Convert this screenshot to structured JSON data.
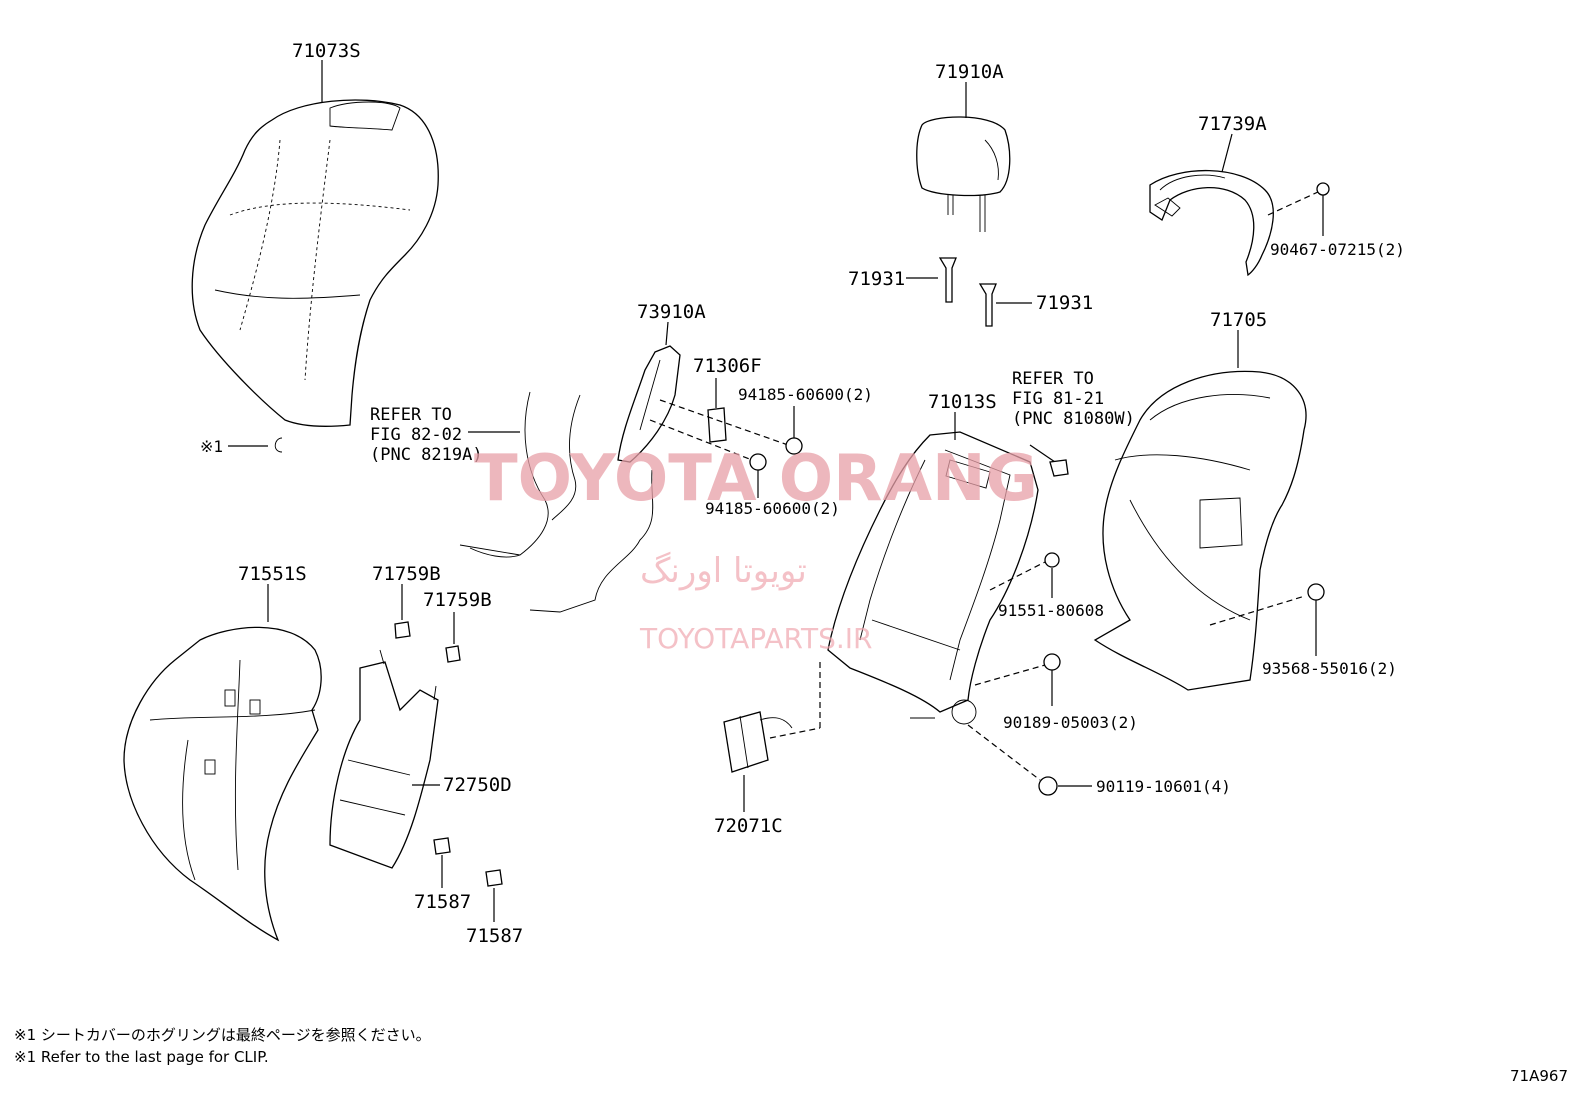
{
  "parts": {
    "p71073S": "71073S",
    "p71910A": "71910A",
    "p71739A": "71739A",
    "p90467": "90467-07215(2)",
    "p71931a": "71931",
    "p71931b": "71931",
    "p73910A": "73910A",
    "p71306F": "71306F",
    "p94185a": "94185-60600(2)",
    "p94185b": "94185-60600(2)",
    "p71705": "71705",
    "p71013S": "71013S",
    "p71551S": "71551S",
    "p71759Ba": "71759B",
    "p71759Bb": "71759B",
    "p72750D": "72750D",
    "p71587a": "71587",
    "p71587b": "71587",
    "p91551": "91551-80608",
    "p93568": "93568-55016(2)",
    "p90189": "90189-05003(2)",
    "p90119": "90119-10601(4)",
    "p72071C": "72071C"
  },
  "refs": {
    "ref1": {
      "line1": "REFER TO",
      "line2": "FIG 82-02",
      "line3": "(PNC 8219A)"
    },
    "ref2": {
      "line1": "REFER TO",
      "line2": "FIG 81-21",
      "line3": "(PNC 81080W)"
    }
  },
  "clip_mark": "※1",
  "watermark": {
    "main": "TOYOTA ORANG",
    "persian": "تویوتا اورنگ",
    "url": "TOYOTAPARTS.IR"
  },
  "notes": {
    "jp": "※1 シートカバーのホグリングは最終ページを参照ください。",
    "en": "※1 Refer to the last page for CLIP."
  },
  "figure_code": "71A967"
}
